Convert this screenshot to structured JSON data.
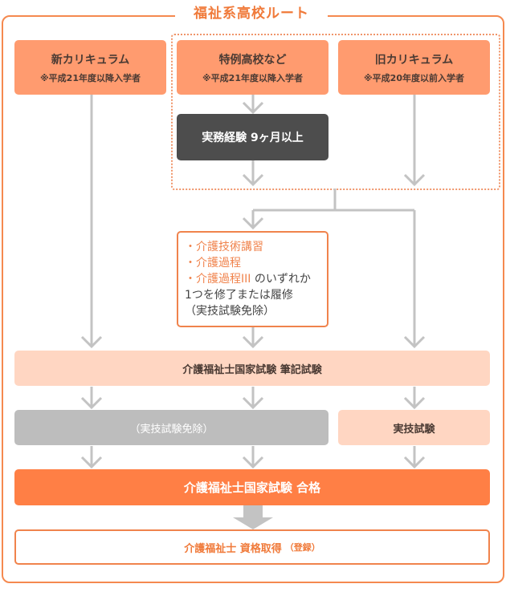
{
  "title": "福祉系高校ルート",
  "colors": {
    "accent": "#f5894f",
    "top_box": "#ff9b6f",
    "dark_box": "#4d4d4d",
    "pale_box": "#ffd6c2",
    "gray_box": "#bdbdbd",
    "pass_box": "#ff7f45",
    "arrow": "#c3c3c3"
  },
  "routes": [
    {
      "name": "新カリキュラム",
      "note": "※平成21年度以降入学者"
    },
    {
      "name": "特例高校など",
      "note": "※平成21年度以降入学者"
    },
    {
      "name": "旧カリキュラム",
      "note": "※平成20年度以前入学者"
    }
  ],
  "experience": "実務経験 9ヶ月以上",
  "courses": {
    "items": [
      "・介護技術講習",
      "・介護過程",
      "・介護過程III"
    ],
    "suffix": "のいずれか",
    "line2": "1つを修了または履修",
    "line3": "（実技試験免除）"
  },
  "written_exam": "介護福祉士国家試験 筆記試験",
  "practical_exempt": "（実技試験免除）",
  "practical_exam": "実技試験",
  "pass": "介護福祉士国家試験 合格",
  "registration": {
    "main": "介護福祉士 資格取得",
    "small": "（登録）"
  }
}
